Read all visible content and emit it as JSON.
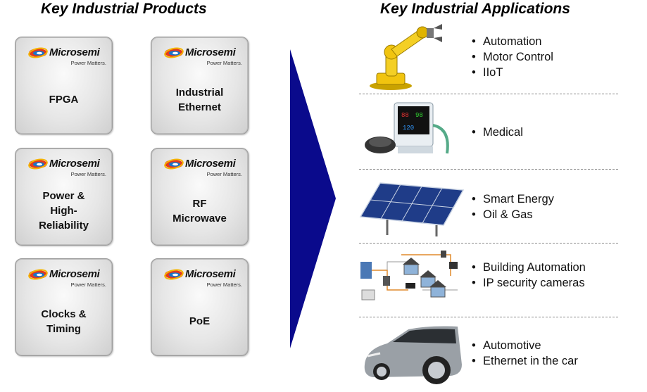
{
  "left_heading": "Key Industrial Products",
  "right_heading": "Key Industrial Applications",
  "brand": {
    "name": "Microsemi",
    "tagline": "Power Matters.",
    "icon": "microsemi-logo-icon"
  },
  "products": [
    {
      "label": "FPGA"
    },
    {
      "label": "Industrial\nEthernet"
    },
    {
      "label": "Power &\nHigh-\nReliability"
    },
    {
      "label": "RF\nMicrowave"
    },
    {
      "label": "Clocks &\nTiming"
    },
    {
      "label": "PoE"
    }
  ],
  "arrow_color": "#0a0a8c",
  "applications": [
    {
      "image": "robot-arm-icon",
      "items": [
        "Automation",
        "Motor Control",
        "IIoT"
      ]
    },
    {
      "image": "medical-monitor-icon",
      "items": [
        "Medical"
      ]
    },
    {
      "image": "solar-panel-icon",
      "items": [
        "Smart Energy",
        "Oil & Gas"
      ]
    },
    {
      "image": "building-network-icon",
      "items": [
        "Building Automation",
        "IP security cameras"
      ]
    },
    {
      "image": "car-icon",
      "items": [
        "Automotive",
        "Ethernet in the car"
      ]
    }
  ]
}
